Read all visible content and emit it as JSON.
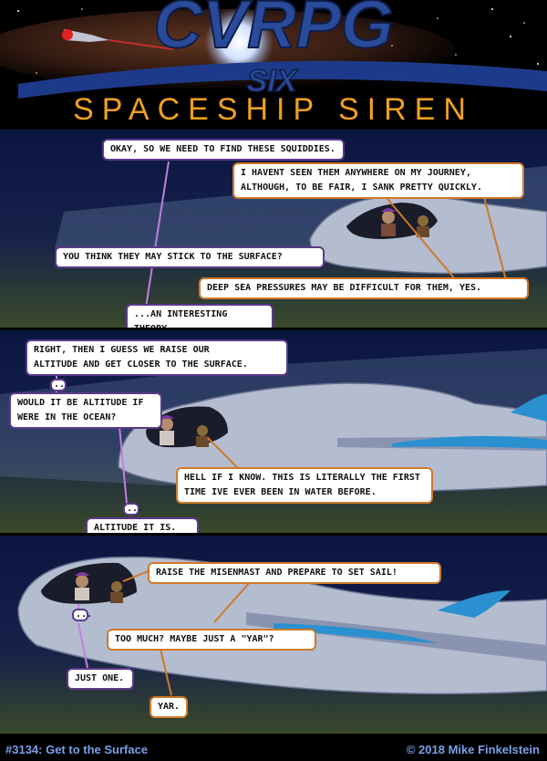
{
  "header": {
    "logo_text": "CVRPG",
    "logo_sub": "SIX",
    "title": "SPACESHIP SIREN"
  },
  "panel1": {
    "b1": "Okay, so we need to find these squiddies.",
    "b2": "I havent seen them anywhere on my journey,\nalthough, to be fair, I sank pretty quickly.",
    "b3": "You think they may stick to the surface?",
    "b4": "Deep sea pressures may be difficult for them, yes.",
    "b5": "...An interesting theory."
  },
  "panel2": {
    "b1": "Right, then I guess we raise our\naltitude and get closer to the surface.",
    "b2": "...",
    "b3": "Would it be altitude if\nwere in the ocean?",
    "b4": "Hell if I know. This is literally the first\ntime Ive ever been in water before.",
    "b5": "...",
    "b6": "Altitude it is."
  },
  "panel3": {
    "b1": "Raise the misenmast and prepare to set sail!",
    "b2": "...",
    "b3": "Too much? Maybe just a \"yar\"?",
    "b4": "Just one.",
    "b5": "Yar."
  },
  "footer": {
    "left": "#3134: Get to the Surface",
    "right": "© 2018 Mike Finkelstein"
  },
  "colors": {
    "title": "#f0a020",
    "logo": "#2a4a9a",
    "bubble_purple": "#5a3a8a",
    "bubble_orange": "#d0782a",
    "footer_text": "#7aa0e8"
  }
}
